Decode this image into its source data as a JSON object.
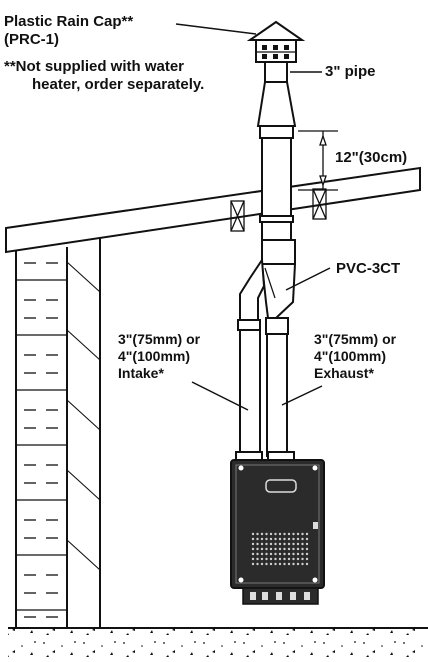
{
  "labels": {
    "rain_cap": "Plastic Rain Cap**",
    "rain_cap_model": "(PRC-1)",
    "note_line1": "**Not supplied with water",
    "note_line2": "heater, order separately.",
    "pipe": "3\" pipe",
    "clearance": "12\"(30cm)",
    "adapter": "PVC-3CT",
    "intake_line1": "3\"(75mm) or",
    "intake_line2": "4\"(100mm)",
    "intake_line3": "Intake*",
    "exhaust_line1": "3\"(75mm) or",
    "exhaust_line2": "4\"(100mm)",
    "exhaust_line3": "Exhaust*"
  },
  "colors": {
    "line": "#111111",
    "pipe_fill": "#ffffff",
    "heater_fill": "#2b2b2b",
    "ground_fill": "#ffffff"
  }
}
